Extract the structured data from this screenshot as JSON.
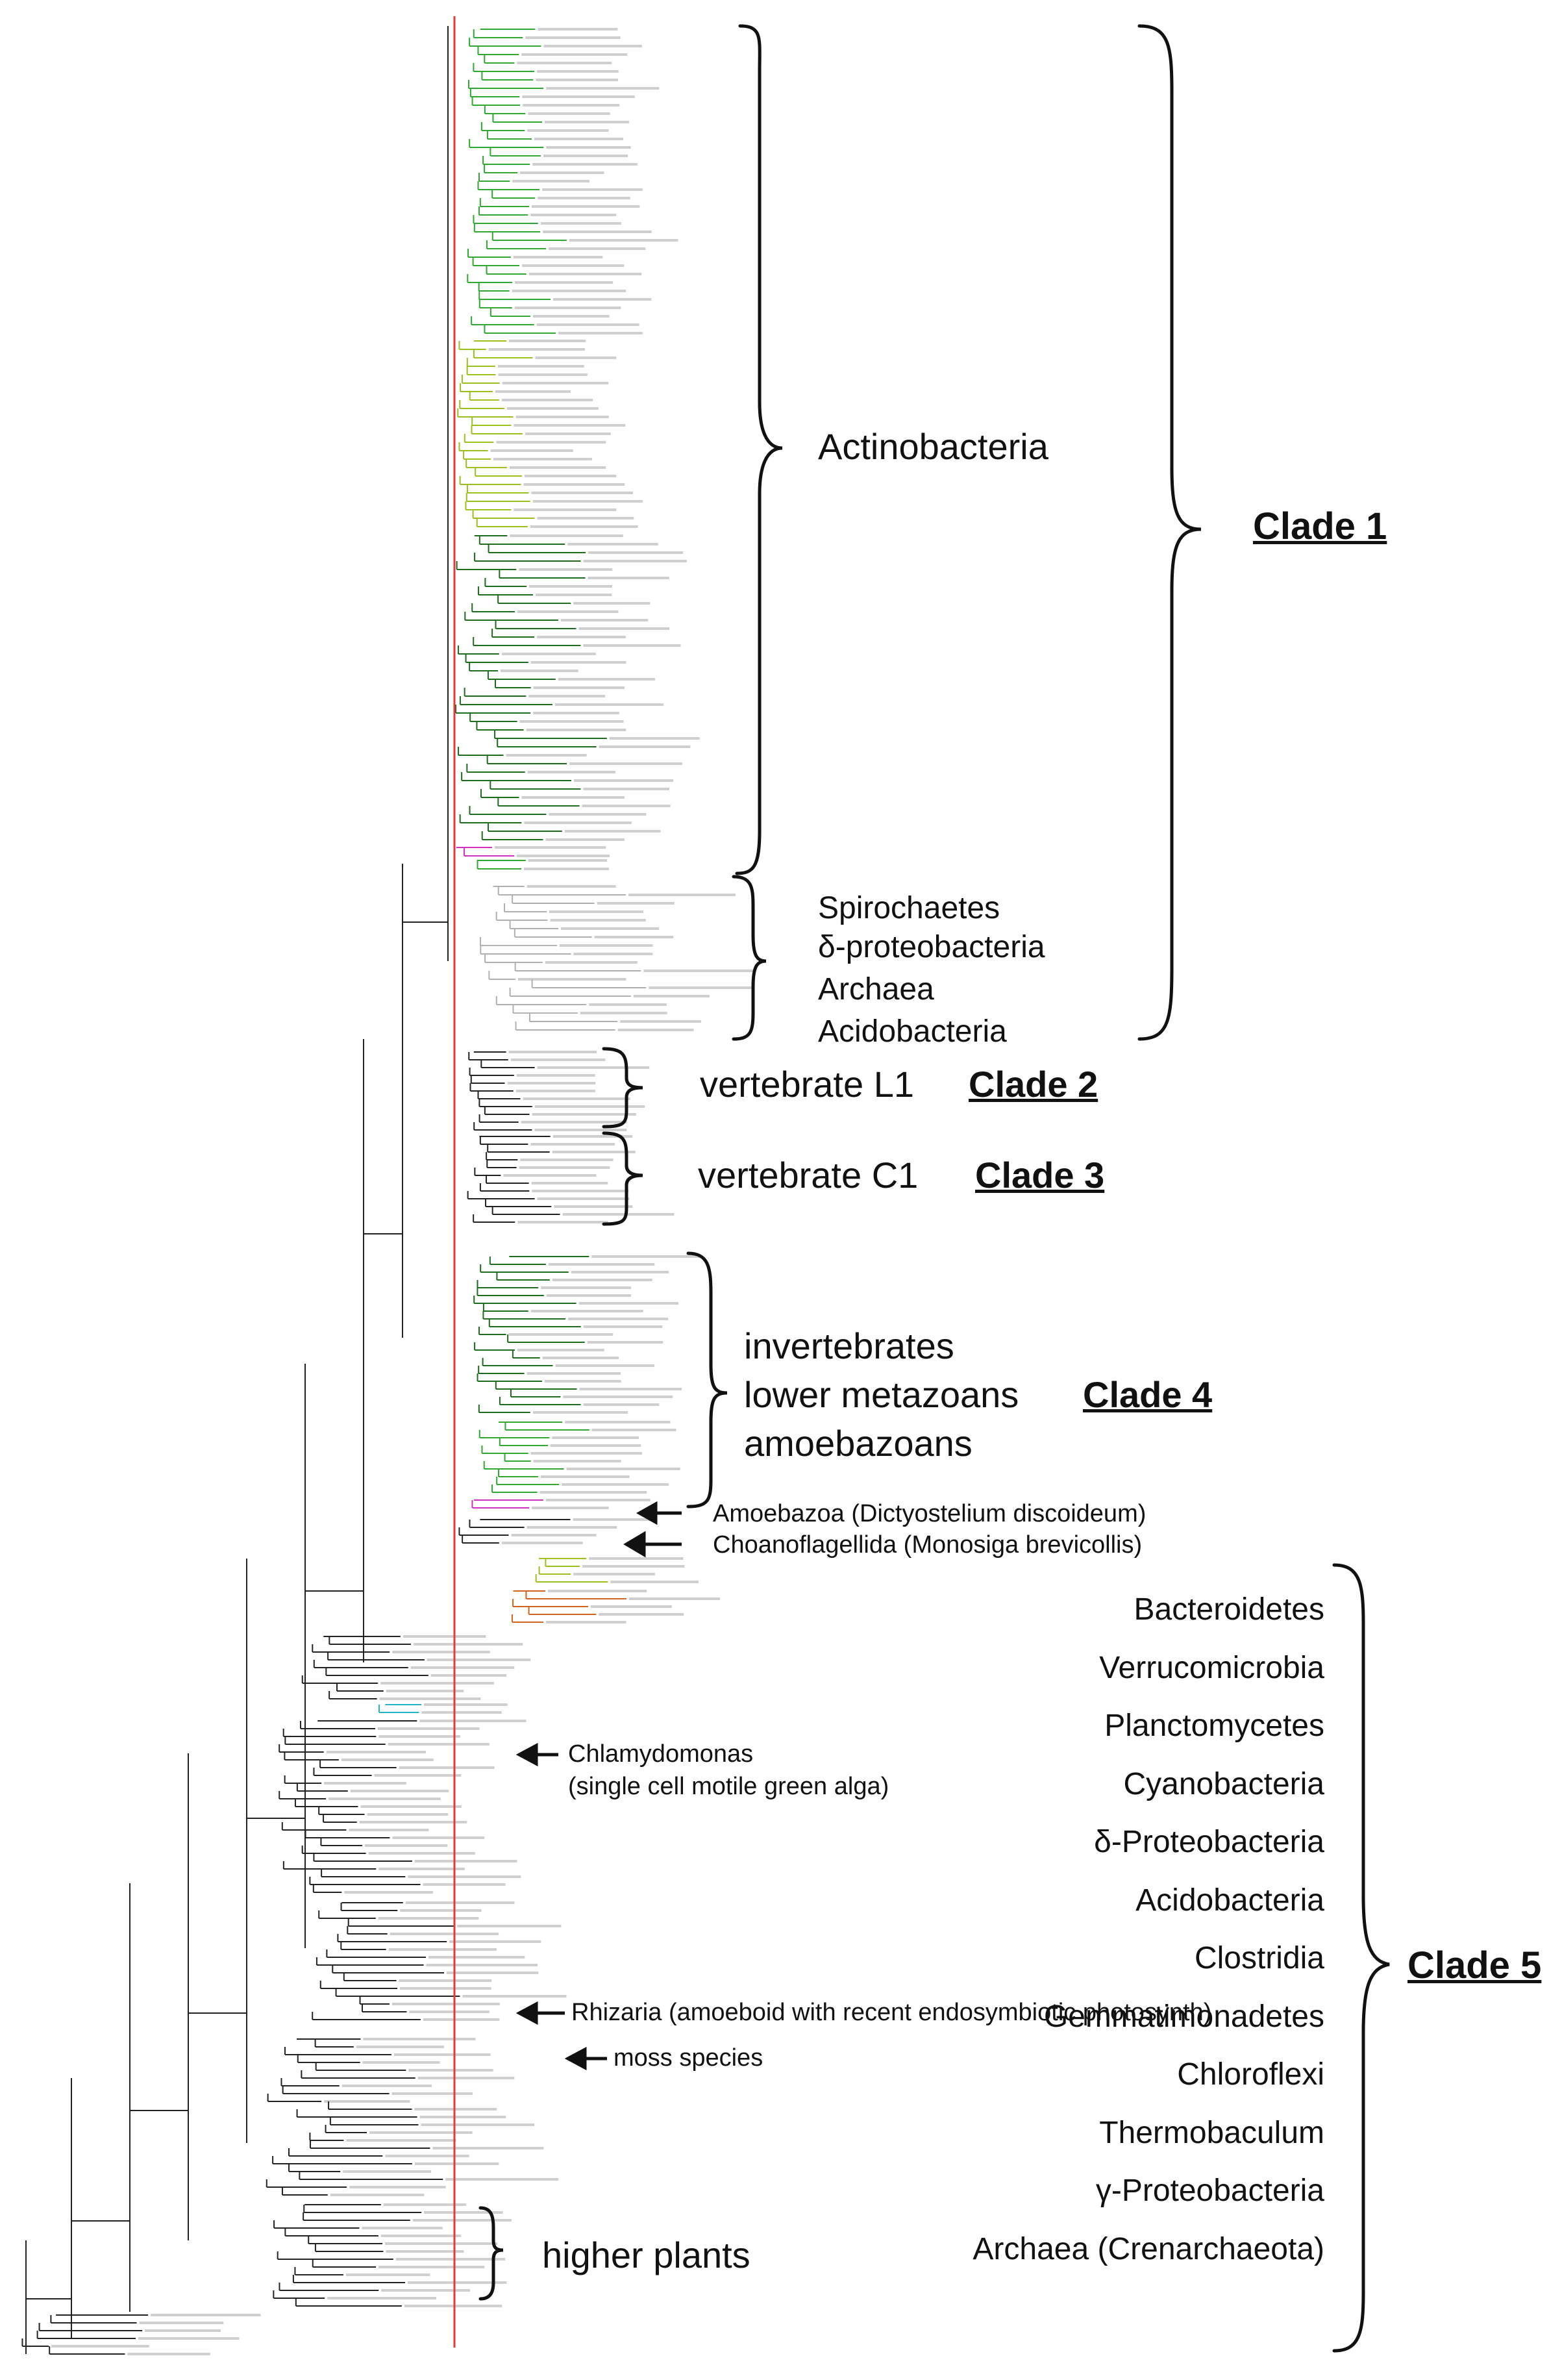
{
  "clade_labels": {
    "clade1": "Clade 1",
    "clade2": "Clade 2",
    "clade3": "Clade 3",
    "clade4": "Clade 4",
    "clade5": "Clade 5"
  },
  "group_labels": {
    "actinobacteria": "Actinobacteria",
    "spirochaetes": "Spirochaetes",
    "delta_proteobacteria": "δ-proteobacteria",
    "archaea": "Archaea",
    "acidobacteria": "Acidobacteria",
    "vertebrate_l1": "vertebrate L1",
    "vertebrate_c1": "vertebrate C1",
    "invertebrates": "invertebrates",
    "lower_metazoans": "lower metazoans",
    "amoebazoans": "amoebazoans",
    "higher_plants": "higher plants"
  },
  "annotations": {
    "amoebazoa": "Amoebazoa (Dictyostelium discoideum)",
    "choanoflagellida": "Choanoflagellida (Monosiga brevicollis)",
    "chlamydomonas_1": "Chlamydomonas",
    "chlamydomonas_2": "(single cell motile green alga)",
    "rhizaria": "Rhizaria (amoeboid with recent endosymbiotic photosynth)",
    "moss": "moss species"
  },
  "clade5_phyla": [
    "Bacteroidetes",
    "Verrucomicrobia",
    "Planctomycetes",
    "Cyanobacteria",
    "δ-Proteobacteria",
    "Acidobacteria",
    "Clostridia",
    "Gemmatimonadetes",
    "Chloroflexi",
    "Thermobaculum",
    "γ-Proteobacteria",
    "Archaea (Crenarchaeota)"
  ],
  "colors": {
    "green": "#2fa82f",
    "lime": "#9dbf1e",
    "dark_green": "#1d6b1d",
    "gray": "#b0b0b0",
    "black": "#222222",
    "magenta": "#d12fc4",
    "orange": "#d2631c",
    "cyan": "#21b3c9",
    "reference_line": "#e23b3b"
  }
}
